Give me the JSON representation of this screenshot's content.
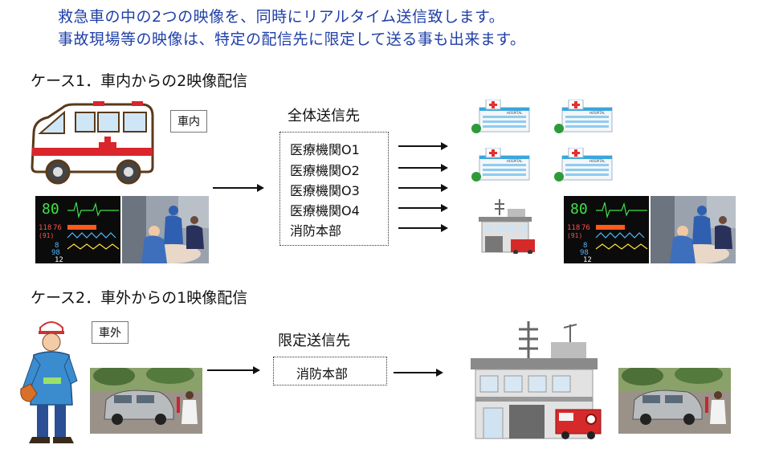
{
  "header": {
    "line1": "救急車の中の2つの映像を、同時にリアルタイム送信致します。",
    "line2": "事故現場等の映像は、特定の配信先に限定して送る事も出来ます。"
  },
  "case1": {
    "title": "ケース1．車内からの2映像配信",
    "tag": "車内",
    "dest_title": "全体送信先",
    "destinations": [
      "医療機関O1",
      "医療機関O2",
      "医療機関O3",
      "医療機関O4",
      "消防本部"
    ],
    "monitor_readings": [
      "80",
      "118",
      "76",
      "(91)",
      "8",
      "98",
      "12"
    ],
    "hospital_sign": "HOSPITAL"
  },
  "case2": {
    "title": "ケース2．車外からの1映像配信",
    "tag": "車外",
    "dest_title": "限定送信先",
    "destinations": [
      "消防本部"
    ]
  },
  "colors": {
    "header_text": "#1f3fa8",
    "ambulance_red": "#d9252b",
    "hospital_blue": "#3aa6dc",
    "fire_truck_red": "#d62a2a"
  }
}
